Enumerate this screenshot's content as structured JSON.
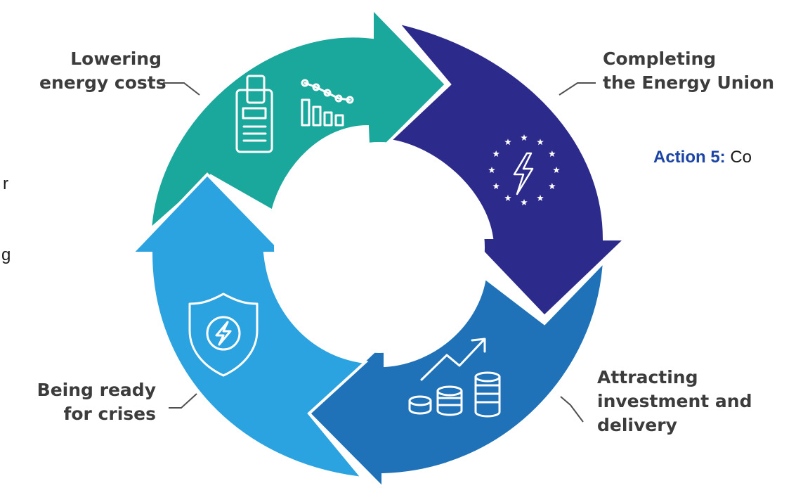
{
  "segments": [
    {
      "id": "lowering",
      "lines": [
        "Lowering",
        "energy costs"
      ],
      "color": "#1aa79c",
      "icon": "calculator-chart-icon"
    },
    {
      "id": "completing",
      "lines": [
        "Completing",
        "the Energy Union"
      ],
      "color": "#2c2b8c",
      "icon": "eu-stars-bolt-icon"
    },
    {
      "id": "attracting",
      "lines": [
        "Attracting",
        "investment and",
        "delivery"
      ],
      "color": "#1f72b8",
      "icon": "coins-growth-icon"
    },
    {
      "id": "ready",
      "lines": [
        "Being ready",
        "for crises"
      ],
      "color": "#2ba3e0",
      "icon": "shield-bolt-icon"
    }
  ],
  "action": {
    "prefix": "Action 5:",
    "text": " Co"
  },
  "cut_letters": [
    "r",
    "g"
  ]
}
